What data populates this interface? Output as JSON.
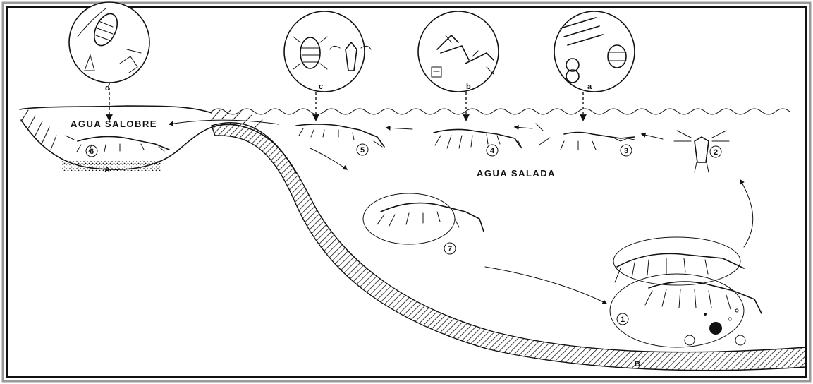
{
  "regions": {
    "brackish_water": "AGUA SALOBRE",
    "salt_water": "AGUA SALADA",
    "zone_a": "A",
    "zone_b": "B"
  },
  "stages": [
    "1",
    "2",
    "3",
    "4",
    "5",
    "6",
    "7"
  ],
  "food_circles": [
    "a",
    "b",
    "c",
    "d"
  ],
  "colors": {
    "ink": "#111111",
    "background": "#ffffff",
    "frame": "#9a9a9a"
  }
}
